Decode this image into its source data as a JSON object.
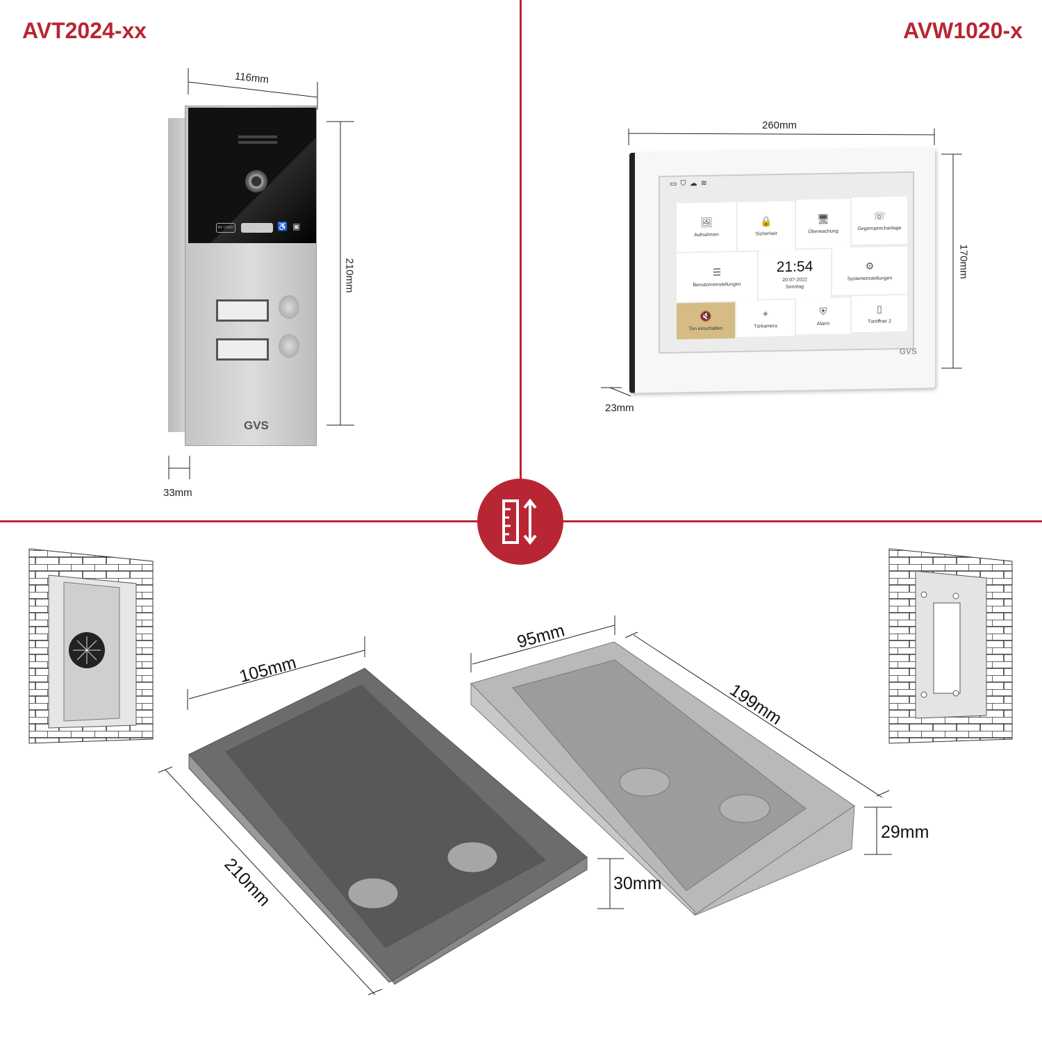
{
  "left_product": {
    "title": "AVT2024-xx",
    "width": "116mm",
    "height": "210mm",
    "depth": "33mm",
    "brand": "GVS",
    "card_label": "RF CARD"
  },
  "right_product": {
    "title": "AVW1020-x",
    "width": "260mm",
    "height": "170mm",
    "depth": "23mm",
    "brand": "GVS",
    "screen": {
      "status_icons": [
        "monitor-icon",
        "shield-icon",
        "cloud-lock-icon",
        "wifi-icon"
      ],
      "tiles": [
        {
          "label": "Aufnahmen",
          "icon": "photos-icon"
        },
        {
          "label": "Sicherheit",
          "icon": "lock-icon"
        },
        {
          "label": "Überwachung",
          "icon": "monitor-icon"
        },
        {
          "label": "Gegensprechanlage",
          "icon": "intercom-icon"
        },
        {
          "label": "Benutzereinstellungen",
          "icon": "sliders-icon"
        },
        {
          "label": "Systemeinstellungen",
          "icon": "gear-icon"
        },
        {
          "label": "Ton einschalten",
          "icon": "mute-icon",
          "active": true
        },
        {
          "label": "Türkamera",
          "icon": "camera-icon"
        },
        {
          "label": "Alarm",
          "icon": "alarm-shield-icon"
        },
        {
          "label": "Türöffner 2",
          "icon": "door-icon"
        }
      ],
      "time": "21:54",
      "date": "20-07-2022",
      "day": "Sonntag",
      "active_color": "#d4bc84"
    }
  },
  "boxes": {
    "left": {
      "width": "105mm",
      "length": "210mm",
      "height": "30mm"
    },
    "right": {
      "width": "95mm",
      "length": "199mm",
      "height": "29mm"
    }
  },
  "colors": {
    "accent": "#b82633"
  }
}
